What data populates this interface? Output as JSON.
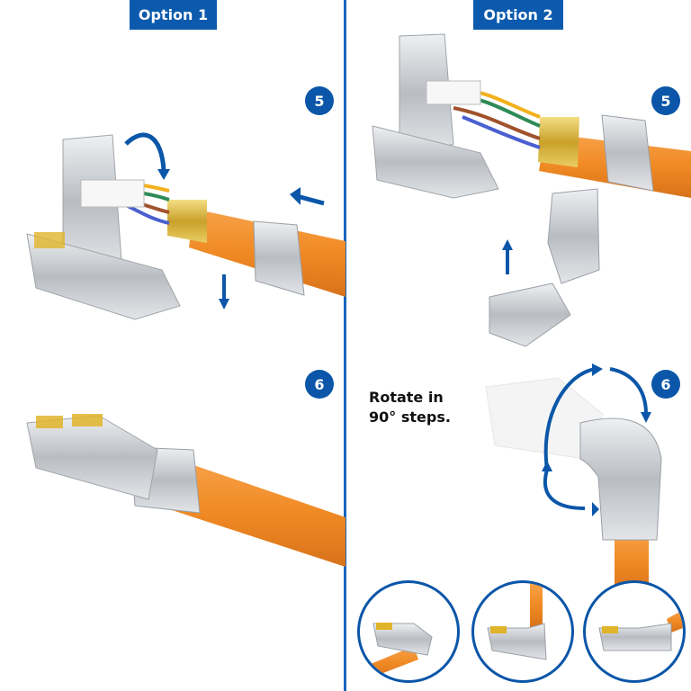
{
  "options": [
    {
      "label": "Option 1"
    },
    {
      "label": "Option 2"
    }
  ],
  "steps": {
    "option1_step5": "5",
    "option1_step6": "6",
    "option2_step5": "5",
    "option2_step6": "6"
  },
  "note": {
    "line1": "Rotate in",
    "line2": "90° steps."
  },
  "colors": {
    "accent_blue": "#0b56a8",
    "cable_orange": "#f08a24",
    "metal_silver": "#c9ccd0",
    "ferrule_gold": "#d4b033"
  },
  "illustrations": {
    "option1_step5": "Open RJ45 connector with wires inserted, brass ferrule and orange cable with compression nut, arrows indicating closing and pushing",
    "option1_step6": "Assembled straight RJ45 connector on orange cable",
    "option2_step5": "Open connector with separate angled cover piece, arrow up",
    "option2_step6": "Angled connector with circular rotation arrows",
    "rotation_views": [
      "Angled left orientation",
      "Angled up orientation",
      "Angled right orientation"
    ]
  }
}
